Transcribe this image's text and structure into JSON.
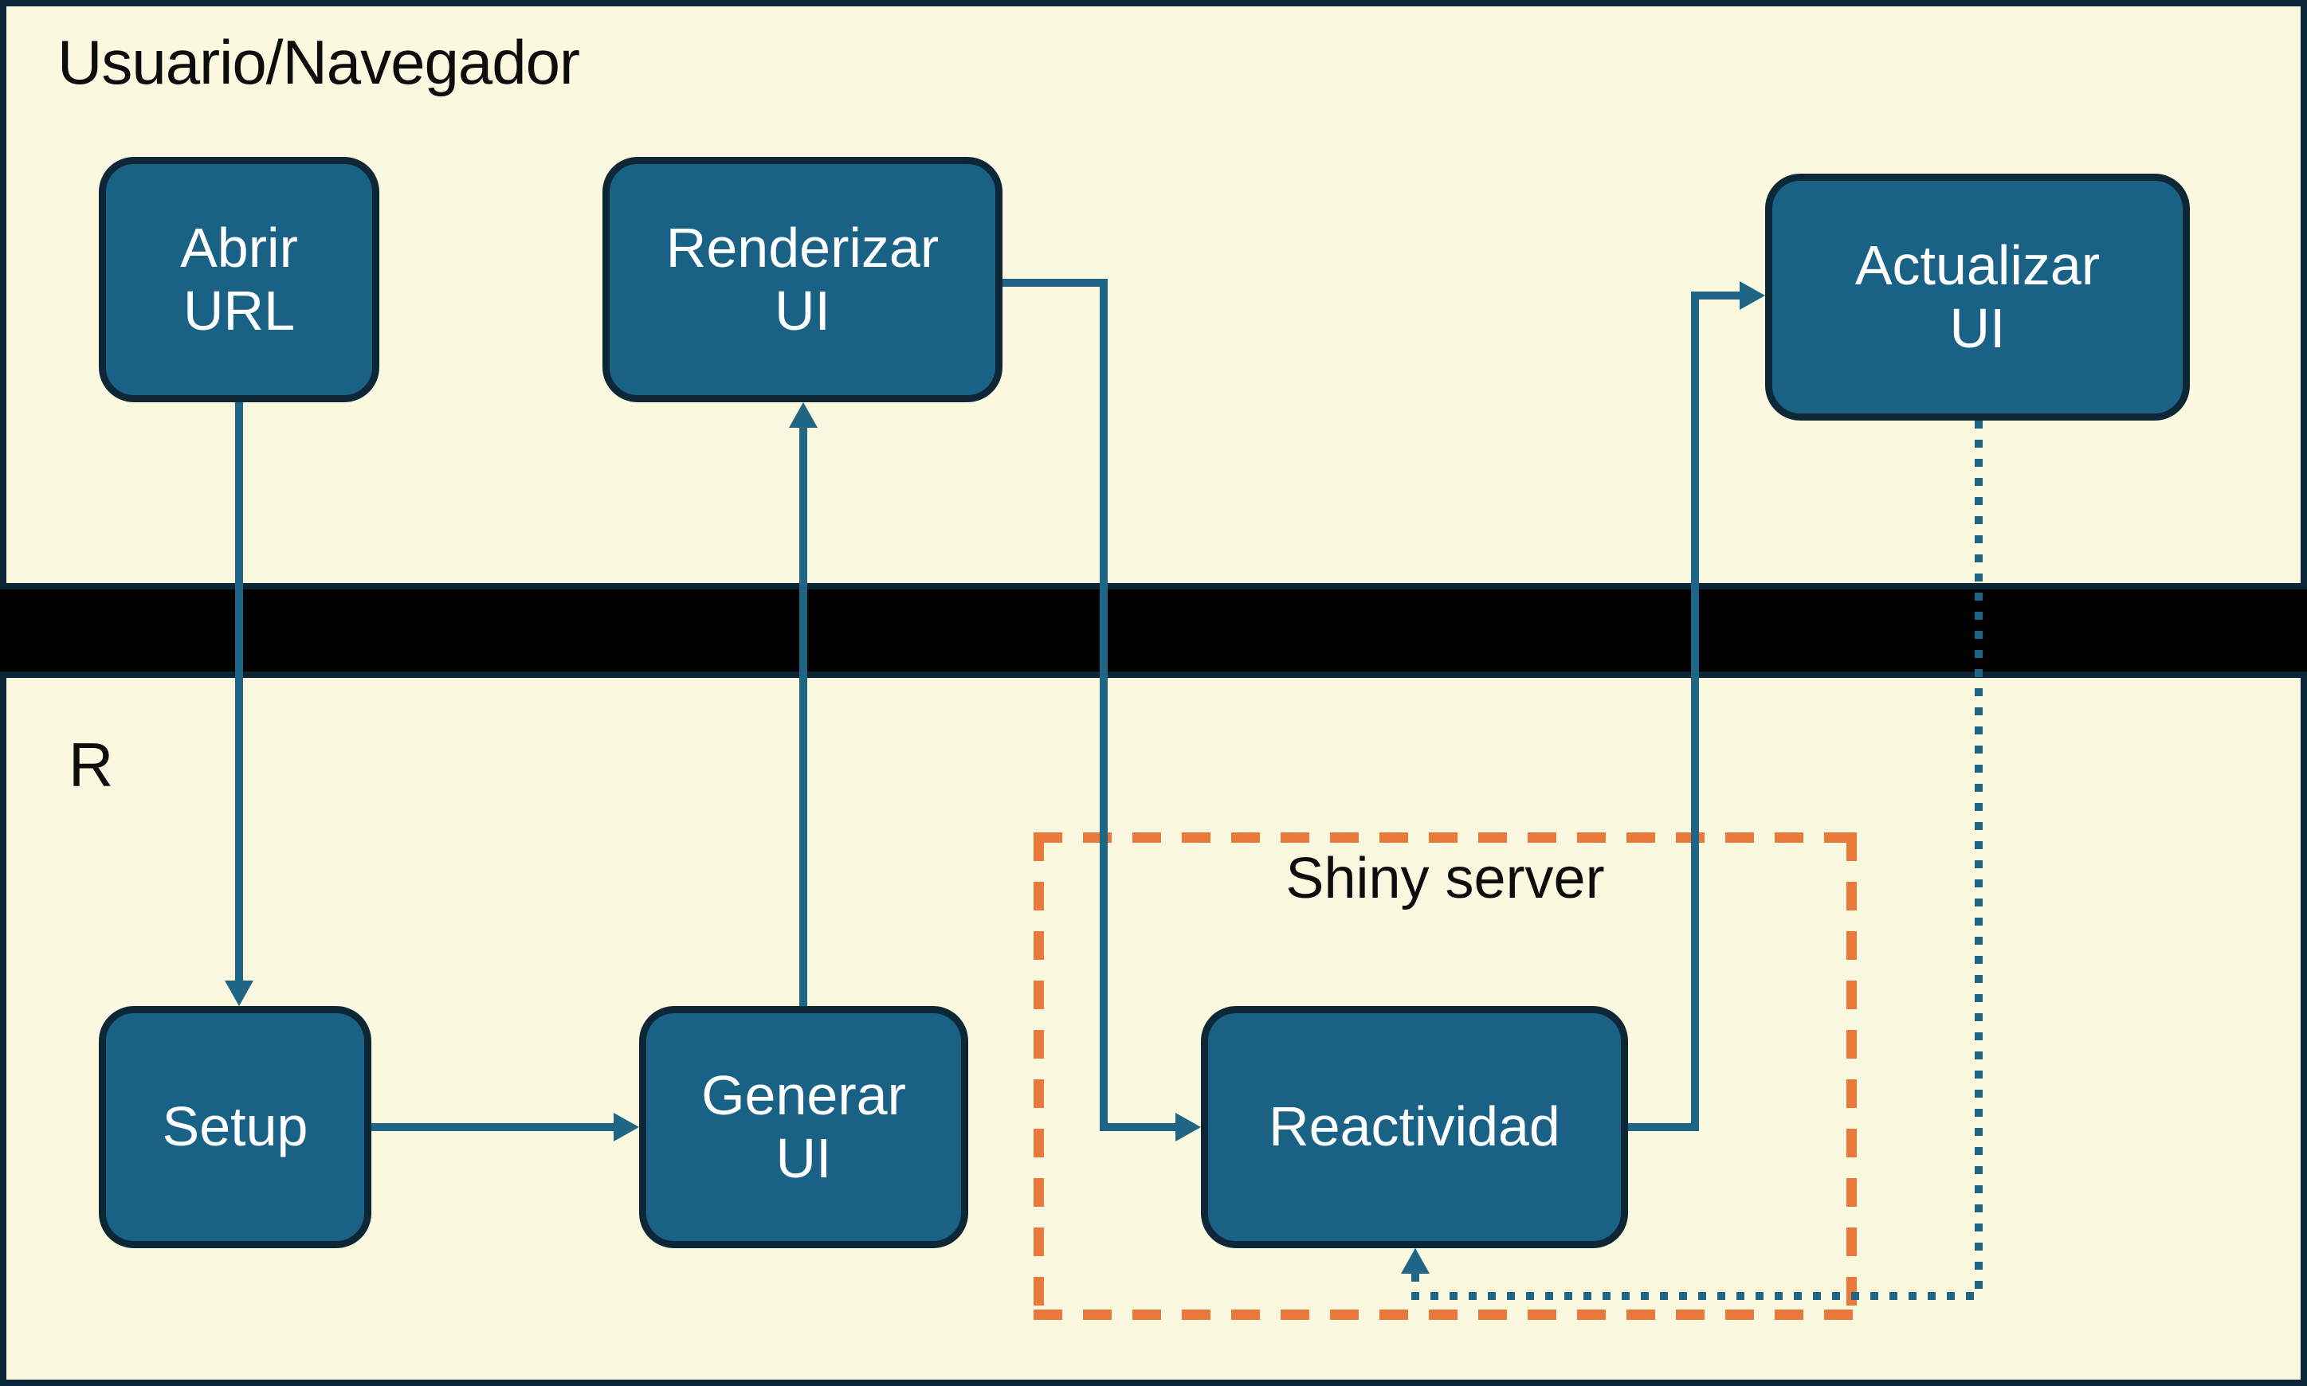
{
  "diagram": {
    "lanes": {
      "browser": "Usuario/Navegador",
      "r": "R"
    },
    "group": {
      "shiny_server": "Shiny server"
    },
    "nodes": {
      "abrir_url": {
        "line1": "Abrir",
        "line2": "URL"
      },
      "renderizar_ui": {
        "line1": "Renderizar",
        "line2": "UI"
      },
      "actualizar_ui": {
        "line1": "Actualizar",
        "line2": "UI"
      },
      "setup": {
        "line1": "Setup"
      },
      "generar_ui": {
        "line1": "Generar",
        "line2": "UI"
      },
      "reactividad": {
        "line1": "Reactividad"
      }
    },
    "colors": {
      "lane_fill": "#FAF8DF",
      "lane_border": "#0A2636",
      "divider": "#000000",
      "node_fill": "#1A6285",
      "node_border": "#0E2737",
      "node_text": "#FFFFFF",
      "connector": "#1E6586",
      "group_border": "#E8793A",
      "label_text": "#0D0D0D"
    }
  }
}
